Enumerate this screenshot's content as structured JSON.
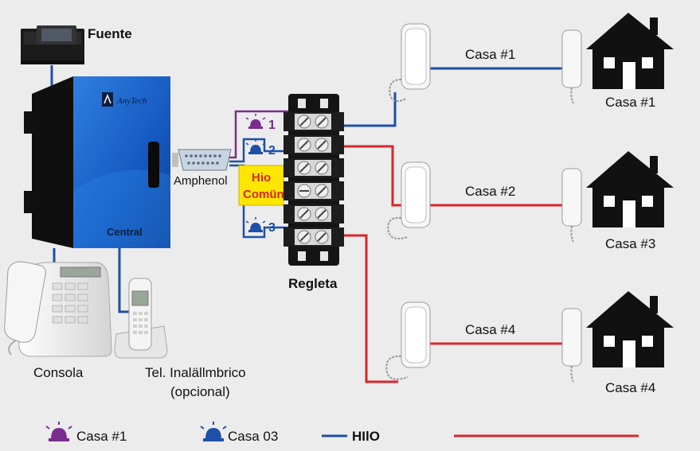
{
  "labels": {
    "power_supply": "Fuente",
    "brand": "AnyTech",
    "central": "Central",
    "amphenol": "Amphenol",
    "terminal_block": "Regleta",
    "common_wire_line1": "Hio",
    "common_wire_line2": "Comün",
    "console": "Consola",
    "cordless_line1": "Tel. Inalällmbrico",
    "cordless_line2": "(opcional)"
  },
  "terminals": [
    {
      "number": "1",
      "color": "#7b2d8e"
    },
    {
      "number": "2",
      "color": "#1f4fa8"
    },
    {
      "number": "3",
      "color": "#1f4fa8"
    }
  ],
  "line_labels": [
    "Casa #1",
    "Casa #2",
    "Casa #4"
  ],
  "house_labels": [
    "Casa #1",
    "Casa #3",
    "Casa #4"
  ],
  "legend": {
    "item1": "Casa #1",
    "item2": "Casa 03",
    "item3": "HIlO"
  },
  "colors": {
    "blue_wire": "#1f4fa8",
    "red_wire": "#d8262b",
    "purple_wire": "#7b2d8e",
    "central_blue": "#1a5bbf",
    "highlight_yellow": "#ffe600"
  }
}
